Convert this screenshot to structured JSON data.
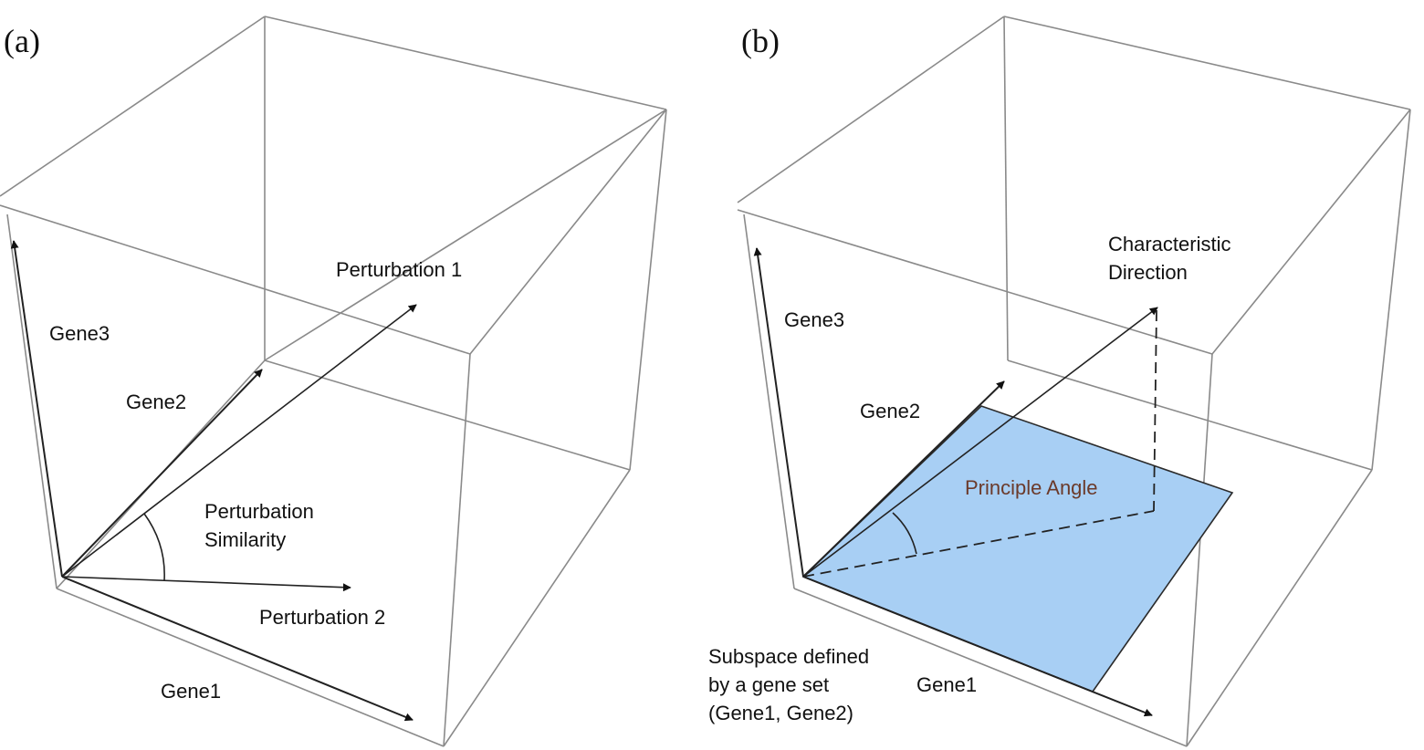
{
  "panel_a": {
    "label": "(a)",
    "gene3": "Gene3",
    "gene2": "Gene2",
    "gene1": "Gene1",
    "perturbation1": "Perturbation 1",
    "perturbation2": "Perturbation 2",
    "similarity_line1": "Perturbation",
    "similarity_line2": "Similarity"
  },
  "panel_b": {
    "label": "(b)",
    "gene3": "Gene3",
    "gene2": "Gene2",
    "gene1": "Gene1",
    "characteristic_line1": "Characteristic",
    "characteristic_line2": "Direction",
    "principle_angle": "Principle Angle",
    "subspace_line1": "Subspace defined",
    "subspace_line2": "by a gene set",
    "subspace_line3": "(Gene1, Gene2)"
  },
  "colors": {
    "subspace_fill": "#a8cff4",
    "subspace_stroke": "#2b2b2b",
    "principle_angle_text": "#6b3a2a"
  }
}
